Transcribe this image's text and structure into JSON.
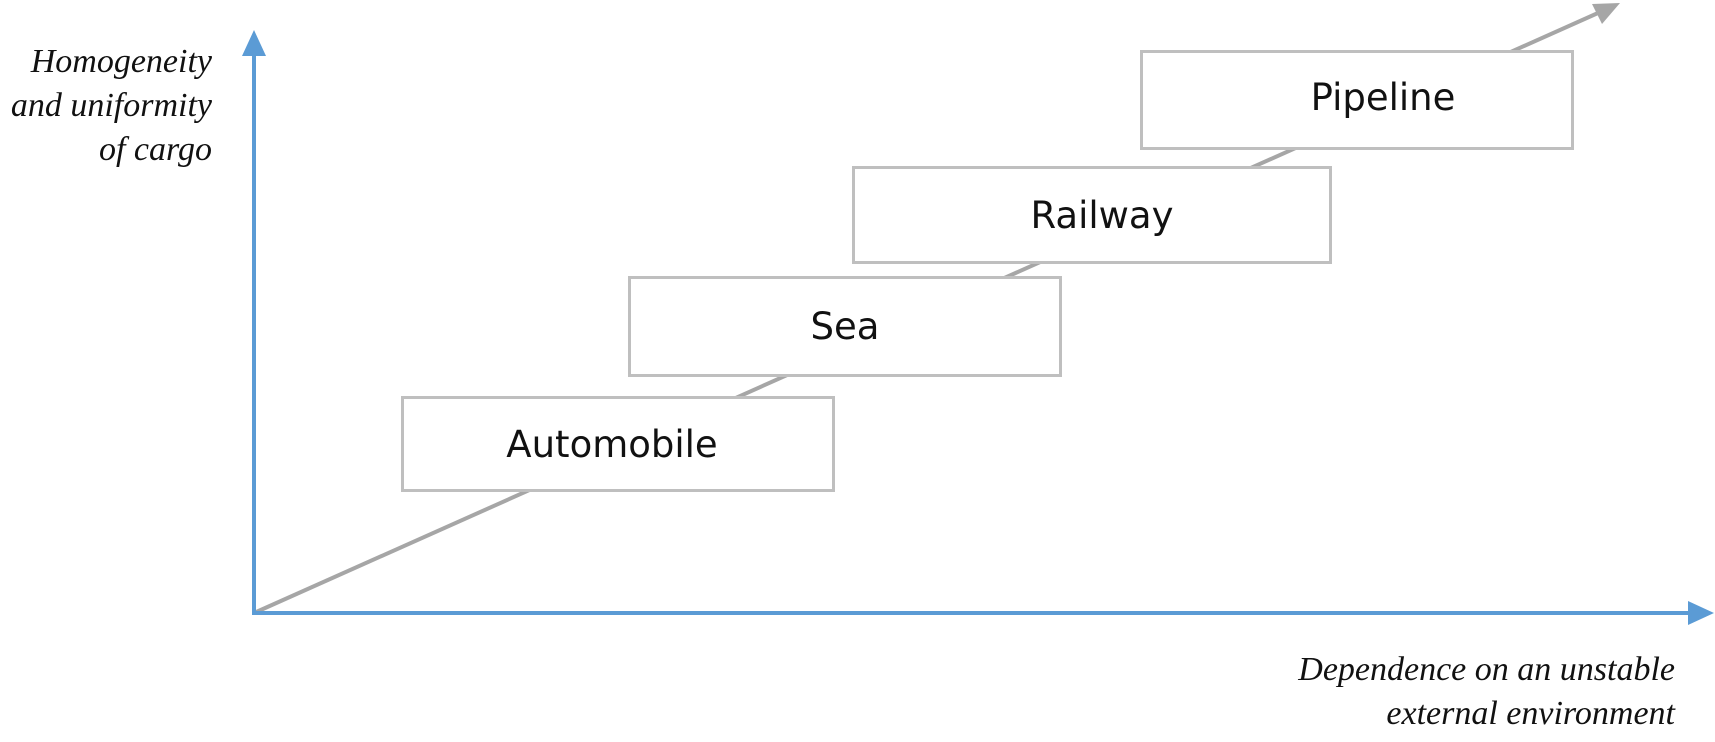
{
  "diagram": {
    "y_axis_label": [
      "Homogeneity",
      "and uniformity",
      "of cargo"
    ],
    "x_axis_label": [
      "Dependence on an unstable",
      "external environment"
    ],
    "modes": [
      {
        "label": "Automobile"
      },
      {
        "label": "Sea"
      },
      {
        "label": "Railway"
      },
      {
        "label": "Pipeline"
      }
    ],
    "colors": {
      "axis": "#5b9bd5",
      "trend_arrow": "#a6a6a6",
      "box_border": "#bfbfbf",
      "text": "#111111"
    }
  }
}
